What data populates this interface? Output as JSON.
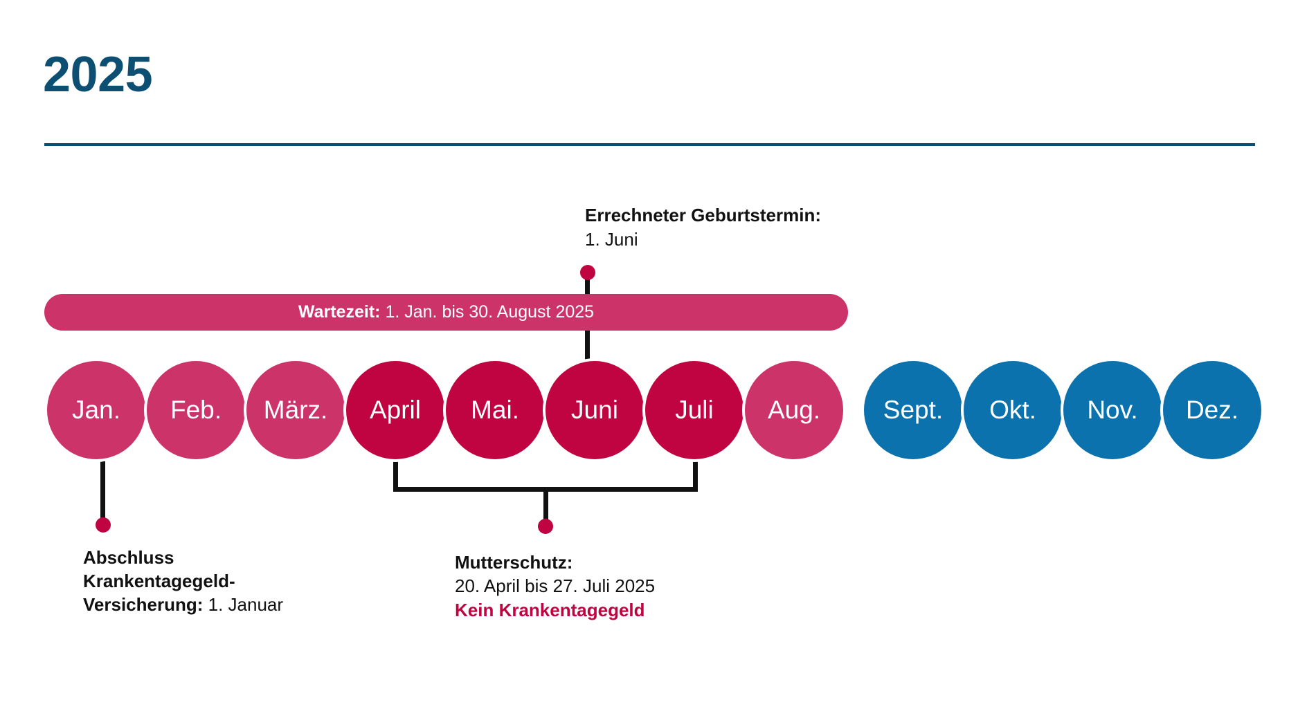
{
  "header": {
    "year_title": "2025"
  },
  "callouts": {
    "due_date": {
      "label": "Errechneter Geburtstermin:",
      "value": "1. Juni",
      "marker": "dot-marker"
    },
    "insurance_start": {
      "label_line1": "Abschluss",
      "label_line2": "Krankentagegeld-",
      "label_line3": "Versicherung:",
      "value": "1. Januar",
      "marker": "dot-marker"
    },
    "maternity": {
      "label": "Mutterschutz:",
      "period": "20. April bis 27. Juli 2025",
      "warning": "Kein Krankentagegeld",
      "marker": "dot-marker"
    }
  },
  "waiting_period": {
    "label": "Wartezeit:",
    "value": "1. Jan. bis 30. August 2025"
  },
  "months": [
    {
      "label": "Jan.",
      "state": "pale"
    },
    {
      "label": "Feb.",
      "state": "pale"
    },
    {
      "label": "März.",
      "state": "pale"
    },
    {
      "label": "April",
      "state": "deep"
    },
    {
      "label": "Mai.",
      "state": "deep"
    },
    {
      "label": "Juni",
      "state": "deep"
    },
    {
      "label": "Juli",
      "state": "deep"
    },
    {
      "label": "Aug.",
      "state": "pale"
    },
    {
      "label": "Sept.",
      "state": "blue"
    },
    {
      "label": "Okt.",
      "state": "blue"
    },
    {
      "label": "Nov.",
      "state": "blue"
    },
    {
      "label": "Dez.",
      "state": "blue"
    }
  ],
  "colors": {
    "title_blue": "#0c4f72",
    "pale_pink": "#cc3368",
    "deep_crimson": "#c00441",
    "month_blue": "#0c72ae",
    "text_black": "#111111",
    "white": "#ffffff"
  }
}
